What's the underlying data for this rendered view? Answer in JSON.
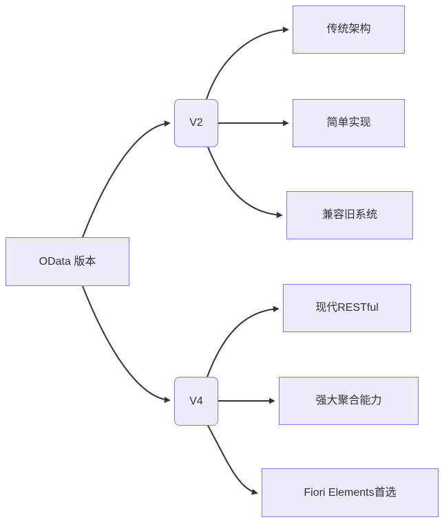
{
  "diagram": {
    "type": "flowchart",
    "direction": "left-to-right",
    "background": "#ffffff",
    "colors": {
      "node_fill": "#ECECFF",
      "node_border": "#9370DB",
      "edge_stroke": "#333333",
      "text": "#333333"
    },
    "nodes": {
      "root": {
        "label": "OData 版本",
        "shape": "rect"
      },
      "v2": {
        "label": "V2",
        "shape": "rounded"
      },
      "v4": {
        "label": "V4",
        "shape": "rounded"
      },
      "trad": {
        "label": "传统架构",
        "shape": "rect"
      },
      "simple": {
        "label": "简单实现",
        "shape": "rect"
      },
      "compat": {
        "label": "兼容旧系统",
        "shape": "rect"
      },
      "modern": {
        "label": "现代RESTful",
        "shape": "rect"
      },
      "agg": {
        "label": "强大聚合能力",
        "shape": "rect"
      },
      "fiori": {
        "label": "Fiori Elements首选",
        "shape": "rect"
      }
    },
    "edges": [
      {
        "from": "root",
        "to": "v2"
      },
      {
        "from": "root",
        "to": "v4"
      },
      {
        "from": "v2",
        "to": "trad"
      },
      {
        "from": "v2",
        "to": "simple"
      },
      {
        "from": "v2",
        "to": "compat"
      },
      {
        "from": "v4",
        "to": "modern"
      },
      {
        "from": "v4",
        "to": "agg"
      },
      {
        "from": "v4",
        "to": "fiori"
      }
    ]
  }
}
